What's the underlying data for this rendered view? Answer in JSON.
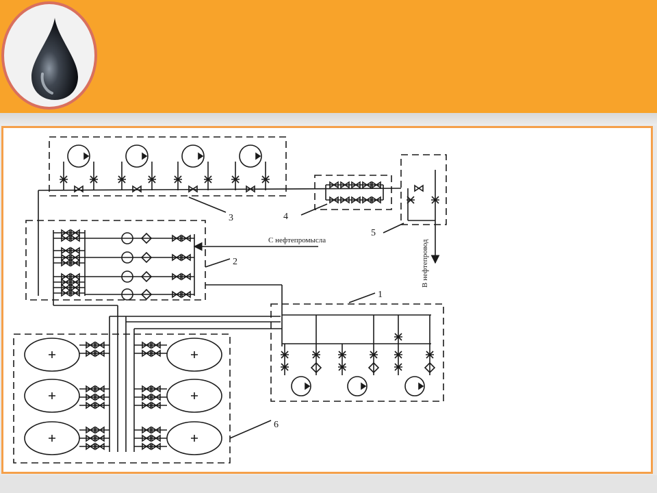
{
  "labels": {
    "n1": "1",
    "n2": "2",
    "n3": "3",
    "n4": "4",
    "n5": "5",
    "n6": "6",
    "inlet": "С нефтепромысла",
    "outlet": "В нефтепровод"
  },
  "icons": {
    "logo": "oil-drop-icon"
  },
  "colors": {
    "banner": "#f8a32a",
    "circle_border": "#d9705e",
    "panel_border": "#f5a04a",
    "line": "#1a1a1a"
  }
}
